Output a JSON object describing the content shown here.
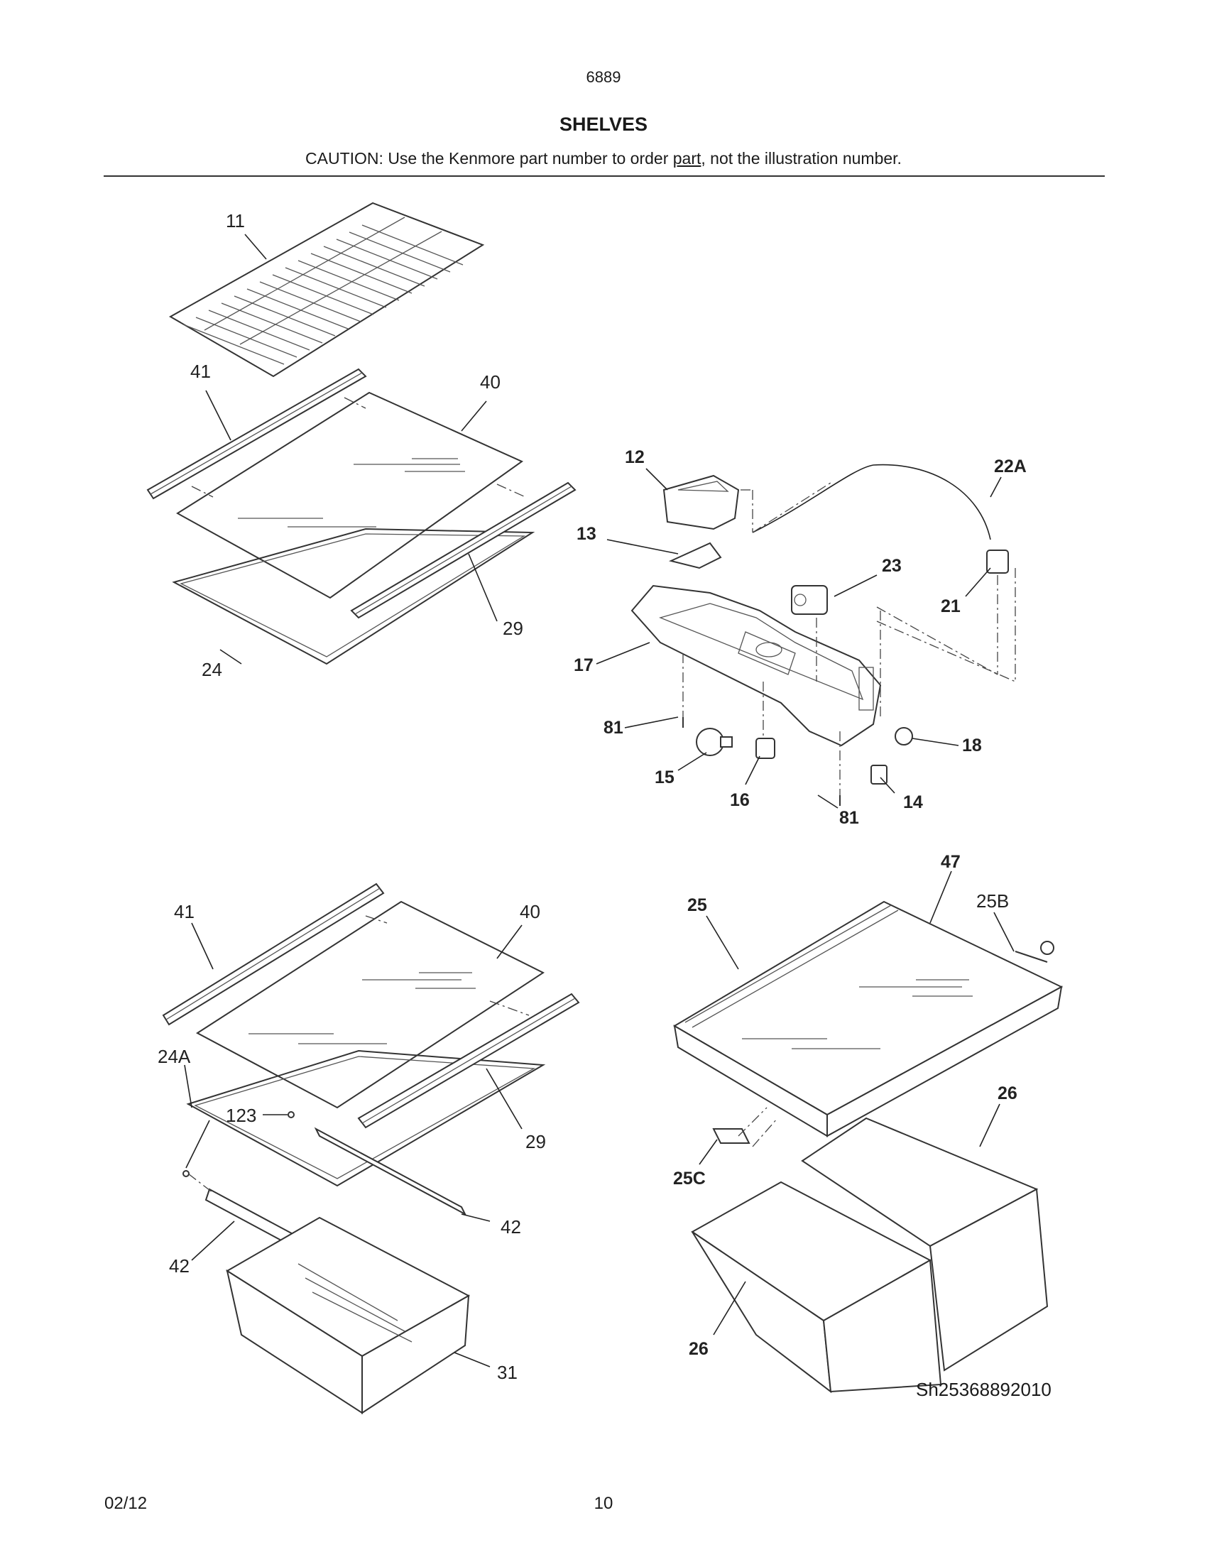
{
  "header": {
    "model": "6889",
    "title": "SHELVES",
    "caution_prefix": "CAUTION: Use the Kenmore part number to order ",
    "caution_link": "part",
    "caution_suffix": ", not the illustration number."
  },
  "callouts": {
    "c11": "11",
    "c41a": "41",
    "c40a": "40",
    "c24": "24",
    "c29a": "29",
    "c12": "12",
    "c22a": "22A",
    "c13": "13",
    "c23": "23",
    "c21": "21",
    "c17": "17",
    "c81a": "81",
    "c18": "18",
    "c15": "15",
    "c16": "16",
    "c81b": "81",
    "c14": "14",
    "c41b": "41",
    "c40b": "40",
    "c24a": "24A",
    "c123": "123",
    "c29b": "29",
    "c42a": "42",
    "c42b": "42",
    "c31": "31",
    "c47": "47",
    "c25": "25",
    "c25b": "25B",
    "c26a": "26",
    "c25c": "25C",
    "c26b": "26"
  },
  "image_code": "Sh25368892010",
  "footer": {
    "date": "02/12",
    "page": "10"
  }
}
